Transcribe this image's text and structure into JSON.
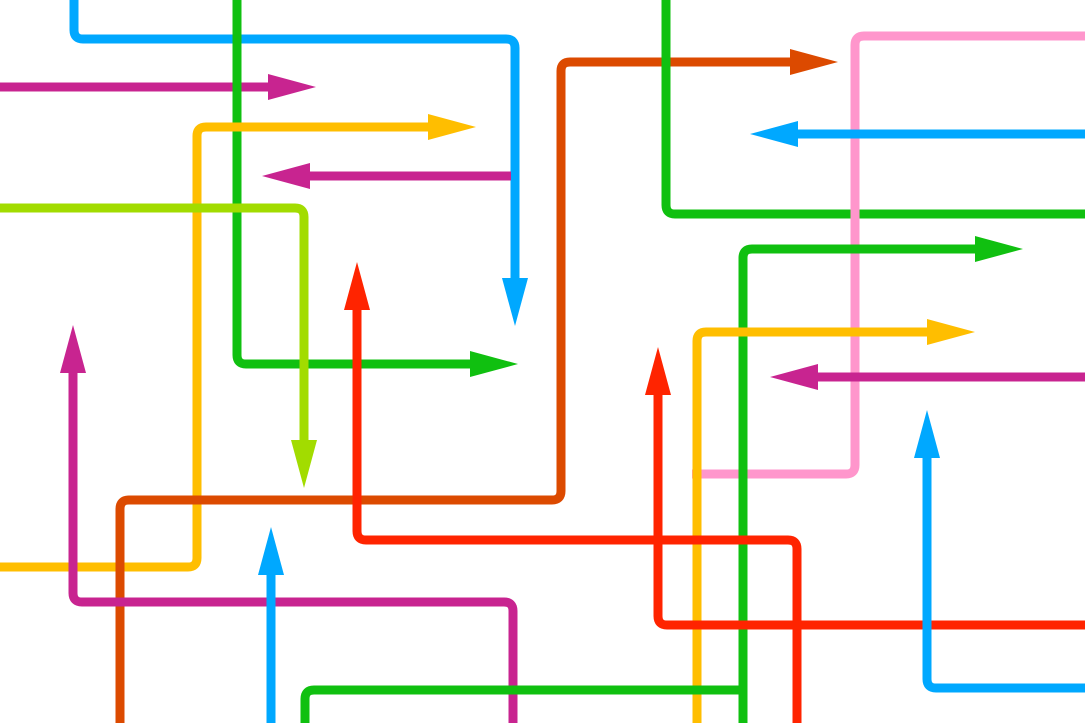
{
  "palette": {
    "background": "#ffffff",
    "blue": "#00a8ff",
    "magenta": "#c82490",
    "green": "#10c010",
    "yellow": "#ffbe00",
    "lime": "#a2dc00",
    "orange": "#dc4a00",
    "red": "#ff2400",
    "pink": "#ff96cc"
  },
  "arrows": [
    {
      "name": "blue-top-arrow",
      "color": "blue",
      "end": "arrowhead"
    },
    {
      "name": "magenta-top-arrow",
      "color": "magenta",
      "end": "arrowhead"
    },
    {
      "name": "green-left-arrow",
      "color": "green",
      "end": "arrowhead"
    },
    {
      "name": "yellow-left-arrow",
      "color": "yellow",
      "end": "arrowhead"
    },
    {
      "name": "magenta-short-arrow",
      "color": "magenta",
      "end": "arrowhead"
    },
    {
      "name": "lime-arrow",
      "color": "lime",
      "end": "arrowhead"
    },
    {
      "name": "orange-arrow",
      "color": "orange",
      "end": "arrowhead"
    },
    {
      "name": "green-top-right-line",
      "color": "green",
      "end": "none"
    },
    {
      "name": "pink-line",
      "color": "pink",
      "end": "none"
    },
    {
      "name": "blue-right-arrow",
      "color": "blue",
      "end": "arrowhead"
    },
    {
      "name": "green-right-arrow",
      "color": "green",
      "end": "arrowhead"
    },
    {
      "name": "yellow-right-arrow",
      "color": "yellow",
      "end": "arrowhead"
    },
    {
      "name": "magenta-right-arrow",
      "color": "magenta",
      "end": "arrowhead"
    },
    {
      "name": "red-center-arrow",
      "color": "red",
      "end": "arrowhead"
    },
    {
      "name": "red-right-arrow",
      "color": "red",
      "end": "arrowhead"
    },
    {
      "name": "magenta-bottom-arrow",
      "color": "magenta",
      "end": "arrowhead"
    },
    {
      "name": "blue-bottom-arrow",
      "color": "blue",
      "end": "arrowhead"
    },
    {
      "name": "green-bottom-line",
      "color": "green",
      "end": "arrowhead"
    },
    {
      "name": "blue-bottom-right-arrow",
      "color": "blue",
      "end": "arrowhead"
    }
  ]
}
